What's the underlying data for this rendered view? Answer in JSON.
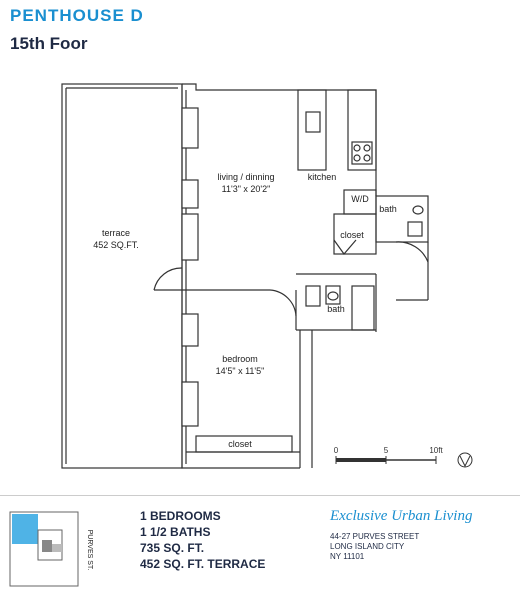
{
  "header": {
    "title": "PENTHOUSE  D",
    "subtitle": "15th Foor"
  },
  "rooms": {
    "terrace": "terrace",
    "terrace_area": "452 SQ.FT.",
    "living": "living / dinning",
    "living_dims": "11'3\" x 20'2\"",
    "kitchen": "kitchen",
    "wd": "W/D",
    "bath_upper": "bath",
    "closet_upper": "closet",
    "bath_lower": "bath",
    "bedroom": "bedroom",
    "bedroom_dims": "14'5\" x 11'5\"",
    "closet_lower": "closet"
  },
  "scale": {
    "zero": "0",
    "five": "5",
    "ten": "10ft"
  },
  "specs": {
    "bedrooms": "1 BEDROOMS",
    "baths": "1 1/2 BATHS",
    "sqft": "735 SQ. FT.",
    "terrace": "452 SQ. FT. TERRACE"
  },
  "brand": {
    "name": "Exclusive Urban Living",
    "address1": "44-27 PURVES STREET",
    "address2": "LONG ISLAND CITY",
    "address3": "NY 11101"
  },
  "keyplan": {
    "street": "PURVES ST."
  },
  "colors": {
    "accent": "#1a8fd0",
    "dark": "#1f2a44",
    "highlight": "#4fb3e6"
  }
}
